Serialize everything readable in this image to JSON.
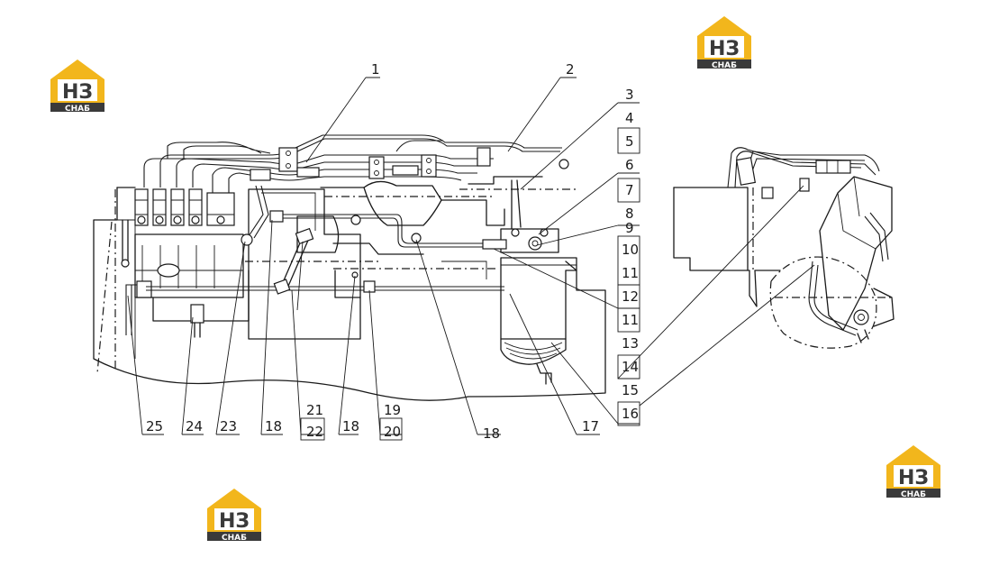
{
  "logos": [
    {
      "id": "logo-top-center",
      "mark": "НЗ",
      "word": "СНАБ"
    },
    {
      "id": "logo-top-left",
      "mark": "НЗ",
      "word": "СНАБ"
    },
    {
      "id": "logo-bottom-left",
      "mark": "НЗ",
      "word": "СНАБ"
    },
    {
      "id": "logo-bottom-right",
      "mark": "НЗ",
      "word": "СНАБ"
    }
  ],
  "colors": {
    "logo_yellow": "#f2b61c",
    "logo_dark": "#3a3a3a",
    "line": "#1a1a1a"
  },
  "callouts": {
    "c1": "1",
    "c2": "2",
    "c3": "3",
    "c4": "4",
    "c5": "5",
    "c6": "6",
    "c7": "7",
    "c8": "8",
    "c9": "9",
    "c10": "10",
    "c11a": "11",
    "c12": "12",
    "c11b": "11",
    "c13": "13",
    "c14": "14",
    "c15": "15",
    "c16": "16",
    "c17": "17",
    "c18a": "18",
    "c19": "19",
    "c20": "20",
    "c18b": "18",
    "c21": "21",
    "c22": "22",
    "c18c": "18",
    "c23": "23",
    "c24": "24",
    "c25": "25"
  }
}
